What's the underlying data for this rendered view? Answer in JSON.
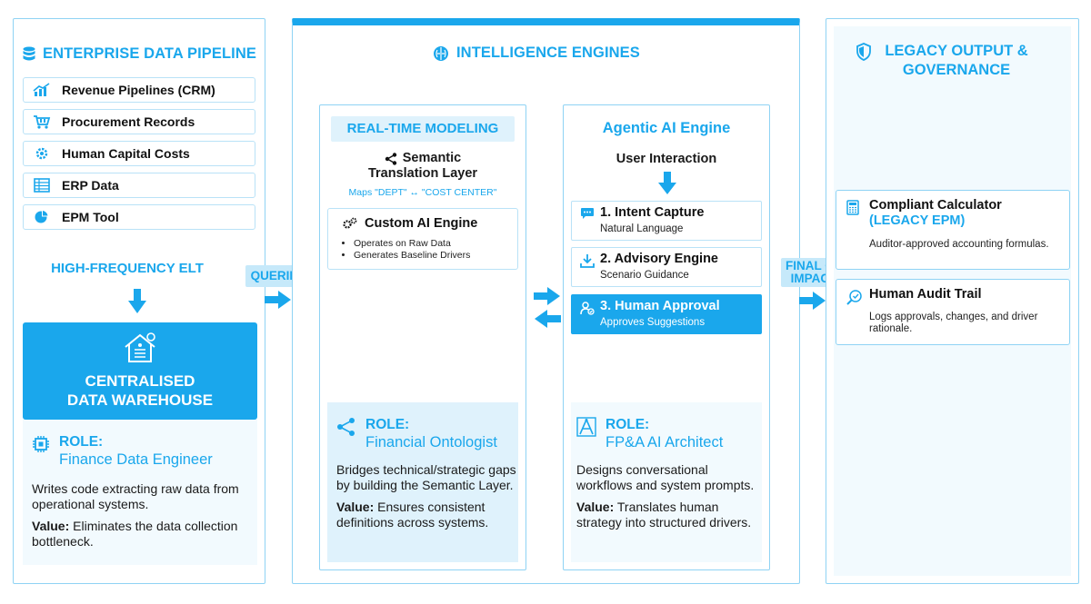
{
  "pipeline": {
    "title": "ENTERPRISE DATA PIPELINE",
    "sources": [
      "Revenue Pipelines (CRM)",
      "Procurement Records",
      "Human Capital Costs",
      "ERP Data",
      "EPM Tool"
    ],
    "elt_label": "HIGH-FREQUENCY ELT",
    "warehouse_line1": "CENTRALISED",
    "warehouse_line2": "DATA WAREHOUSE",
    "role_label": "ROLE:",
    "role_name": "Finance Data Engineer",
    "role_desc": "Writes code extracting raw data from operational systems.",
    "value_label": "Value:",
    "value_text": "Eliminates the data collection bottleneck."
  },
  "connectors": {
    "queries": "QUERIES",
    "final_gl_line1": "FINAL GL",
    "final_gl_line2": "IMPACT"
  },
  "engines": {
    "title": "INTELLIGENCE ENGINES",
    "modeling": {
      "heading": "REAL-TIME MODELING",
      "semantic_line1": "Semantic",
      "semantic_line2": "Translation Layer",
      "semantic_sub": "Maps \"DEPT\" ↔ \"COST CENTER\"",
      "custom_engine_title": "Custom AI Engine",
      "custom_engine_bullets": [
        "Operates on Raw Data",
        "Generates Baseline Drivers"
      ],
      "role_label": "ROLE:",
      "role_name": "Financial Ontologist",
      "role_desc": "Bridges technical/strategic gaps by building the Semantic Layer.",
      "value_label": "Value:",
      "value_text": "Ensures consistent definitions across systems."
    },
    "agentic": {
      "heading": "Agentic AI Engine",
      "user_interaction": "User Interaction",
      "stages": [
        {
          "title": "1. Intent Capture",
          "sub": "Natural Language"
        },
        {
          "title": "2. Advisory Engine",
          "sub": "Scenario Guidance"
        },
        {
          "title": "3. Human Approval",
          "sub": "Approves Suggestions"
        }
      ],
      "role_label": "ROLE:",
      "role_name": "FP&A AI Architect",
      "role_desc": "Designs conversational workflows and system prompts.",
      "value_label": "Value:",
      "value_text": "Translates human strategy into structured drivers."
    }
  },
  "governance": {
    "title_line1": "LEGACY OUTPUT &",
    "title_line2": "GOVERNANCE",
    "calc_title": "Compliant Calculator",
    "calc_subtitle": "(LEGACY EPM)",
    "calc_desc": "Auditor-approved accounting formulas.",
    "audit_title": "Human Audit Trail",
    "audit_desc": "Logs approvals, changes, and driver rationale."
  },
  "colors": {
    "accent": "#1aa7ec",
    "border": "#8fd3f4",
    "soft": "#dff2fc"
  }
}
